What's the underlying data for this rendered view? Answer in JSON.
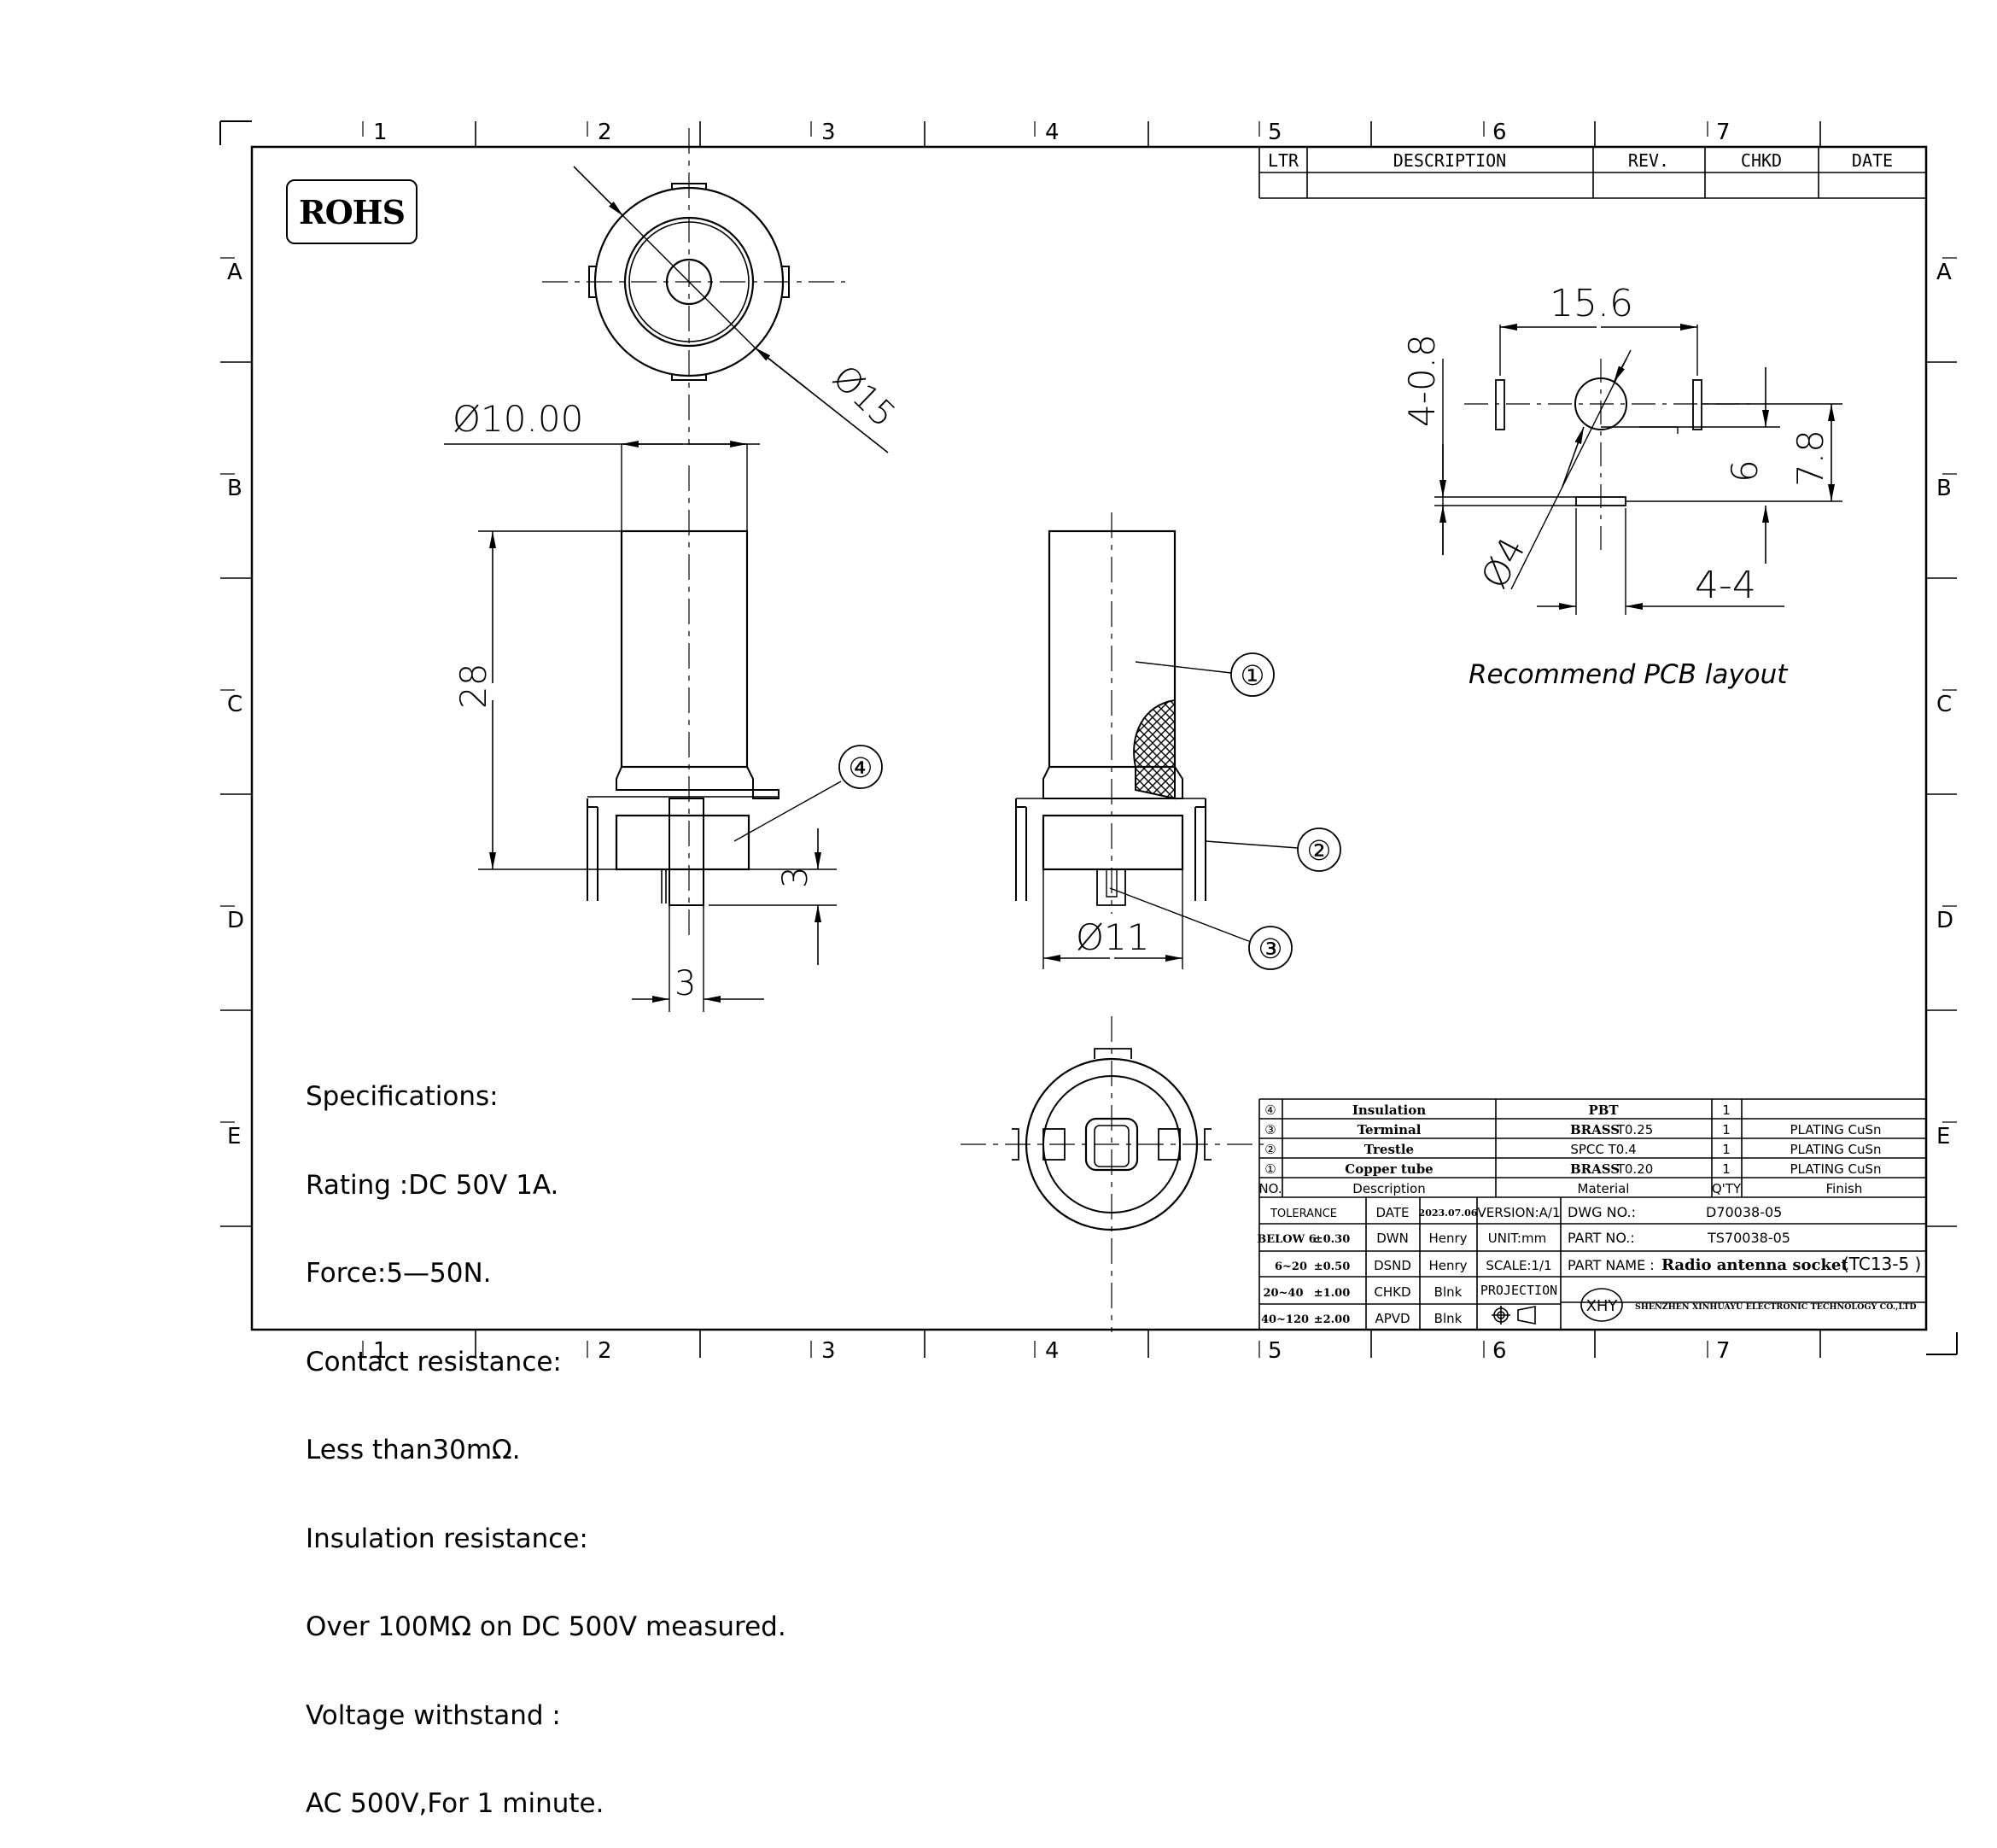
{
  "badge": "ROHS",
  "grid": {
    "cols_top": [
      "1",
      "2",
      "3",
      "4",
      "5",
      "6",
      "7"
    ],
    "cols_bottom": [
      "1",
      "2",
      "3",
      "4",
      "5",
      "6",
      "7"
    ],
    "rows": [
      "A",
      "B",
      "C",
      "D",
      "E"
    ]
  },
  "revision_table": {
    "headers": [
      "LTR",
      "DESCRIPTION",
      "REV.",
      "CHKD",
      "DATE"
    ]
  },
  "dimensions": {
    "top_dia": "Ø15",
    "tube_dia": "Ø10.00",
    "height": "28",
    "pin_len": "3",
    "pin_width": "3",
    "base_dia": "Ø11"
  },
  "balloons": [
    "①",
    "②",
    "③",
    "④"
  ],
  "pcb": {
    "caption": "Recommend PCB layout",
    "span": "15.6",
    "slot": "4-0.8",
    "hole": "Ø4",
    "v1": "7.8",
    "v2": "6",
    "h2": "4-4"
  },
  "specs": [
    "Specifications:",
    "Rating :DC 50V 1A.",
    "Force:5—50N.",
    "Contact resistance:",
    "Less than30mΩ.",
    "Insulation resistance:",
    "Over 100MΩ on DC 500V measured.",
    "Voltage withstand :",
    "AC 500V,For 1 minute."
  ],
  "bom": {
    "rows": [
      {
        "no": "④",
        "desc": "Insulation",
        "material_b": "PBT",
        "material": "",
        "qty": "1",
        "finish": ""
      },
      {
        "no": "③",
        "desc": "Terminal",
        "material_b": "BRASS",
        "material": "T0.25",
        "qty": "1",
        "finish": "PLATING CuSn"
      },
      {
        "no": "②",
        "desc": "Trestle",
        "material_b": "",
        "material": "SPCC T0.4",
        "qty": "1",
        "finish": "PLATING CuSn"
      },
      {
        "no": "①",
        "desc": "Copper tube",
        "material_b": "BRASS",
        "material": "T0.20",
        "qty": "1",
        "finish": "PLATING CuSn"
      }
    ],
    "header": {
      "no": "NO.",
      "desc": "Description",
      "material": "Material",
      "qty": "Q'TY",
      "finish": "Finish"
    }
  },
  "title_block": {
    "tolerance_label": "TOLERANCE",
    "tolerances": [
      {
        "range": "BELOW 6",
        "value": "±0.30"
      },
      {
        "range": "6~20",
        "value": "±0.50"
      },
      {
        "range": "20~40",
        "value": "±1.00"
      },
      {
        "range": "40~120",
        "value": "±2.00"
      }
    ],
    "date_label": "DATE",
    "date": "2023.07.06",
    "roles": [
      {
        "role": "DWN",
        "name": "Henry"
      },
      {
        "role": "DSND",
        "name": "Henry"
      },
      {
        "role": "CHKD",
        "name": "Blnk"
      },
      {
        "role": "APVD",
        "name": "Blnk"
      }
    ],
    "version": "VERSION:A/1",
    "unit": "UNIT:mm",
    "scale": "SCALE:1/1",
    "projection": "PROJECTION",
    "dwg_label": "DWG NO.:",
    "dwg_no": "D70038-05",
    "part_no_label": "PART NO.:",
    "part_no": "TS70038-05",
    "part_name_label": "PART NAME :",
    "part_name": "Radio antenna socket",
    "part_name_code": "(TC13-5 )",
    "logo": "XHY",
    "company": "SHENZHEN XINHUAYU ELECTRONIC TECHNOLOGY    CO.,LTD"
  }
}
